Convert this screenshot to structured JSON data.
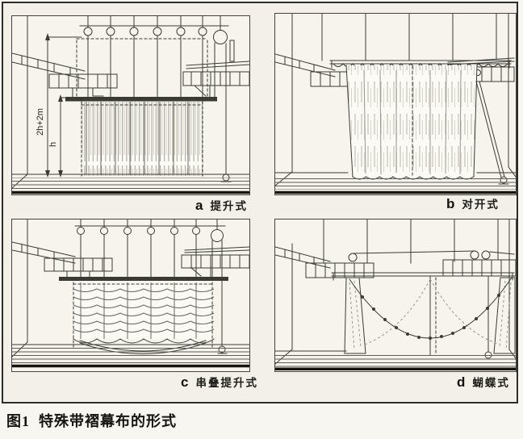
{
  "figure": {
    "caption": "图1  特殊带褶幕布的形式",
    "panels": {
      "a": {
        "letter": "a",
        "label": "提升式",
        "dim_total": "2h+2m",
        "dim_height": "h"
      },
      "b": {
        "letter": "b",
        "label": "对开式"
      },
      "c": {
        "letter": "c",
        "label": "串叠提升式"
      },
      "d": {
        "letter": "d",
        "label": "蝴蝶式"
      }
    }
  }
}
